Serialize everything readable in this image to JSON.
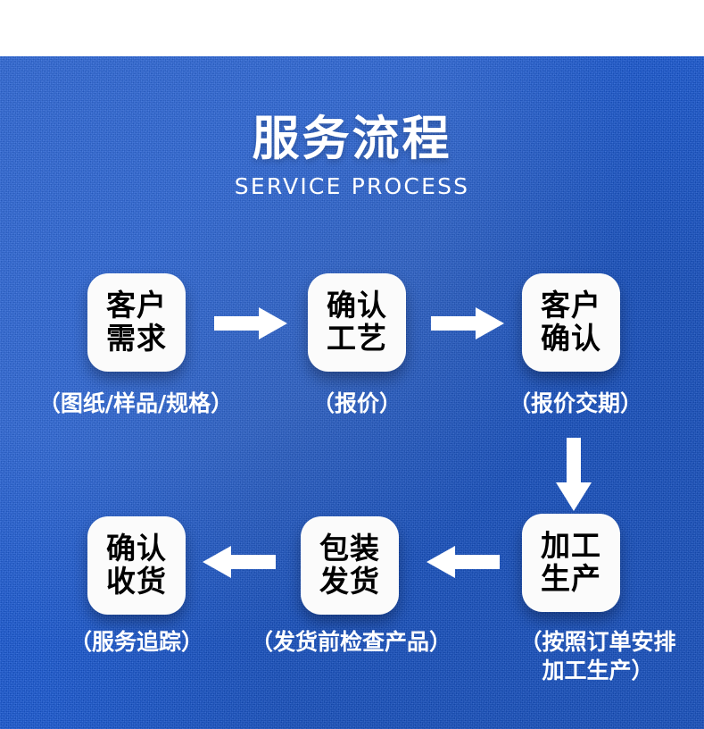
{
  "theme": {
    "background_blue": "#1356d8",
    "box_fill": "#fbfbfb",
    "text_dark": "#000000",
    "text_light": "#ffffff"
  },
  "header": {
    "title": "服务流程",
    "subtitle": "SERVICE PROCESS"
  },
  "steps": [
    {
      "id": "customer-requirement",
      "line1": "客户",
      "line2": "需求",
      "caption": "（图纸/样品/规格）"
    },
    {
      "id": "confirm-process",
      "line1": "确认",
      "line2": "工艺",
      "caption": "（报价）"
    },
    {
      "id": "customer-confirm",
      "line1": "客户",
      "line2": "确认",
      "caption": "（报价交期）"
    },
    {
      "id": "production",
      "line1": "加工",
      "line2": "生产",
      "caption_line1": "（按照订单安排",
      "caption_line2": "加工生产）"
    },
    {
      "id": "packing-shipping",
      "line1": "包装",
      "line2": "发货",
      "caption": "（发货前检查产品）"
    },
    {
      "id": "confirm-receipt",
      "line1": "确认",
      "line2": "收货",
      "caption": "（服务追踪）"
    }
  ],
  "arrows": [
    {
      "id": "arrow-1",
      "direction": "right",
      "icon": "arrow-right-icon"
    },
    {
      "id": "arrow-2",
      "direction": "right",
      "icon": "arrow-right-icon"
    },
    {
      "id": "arrow-3",
      "direction": "down",
      "icon": "arrow-down-icon"
    },
    {
      "id": "arrow-4",
      "direction": "left",
      "icon": "arrow-left-icon"
    },
    {
      "id": "arrow-5",
      "direction": "left",
      "icon": "arrow-left-icon"
    }
  ]
}
